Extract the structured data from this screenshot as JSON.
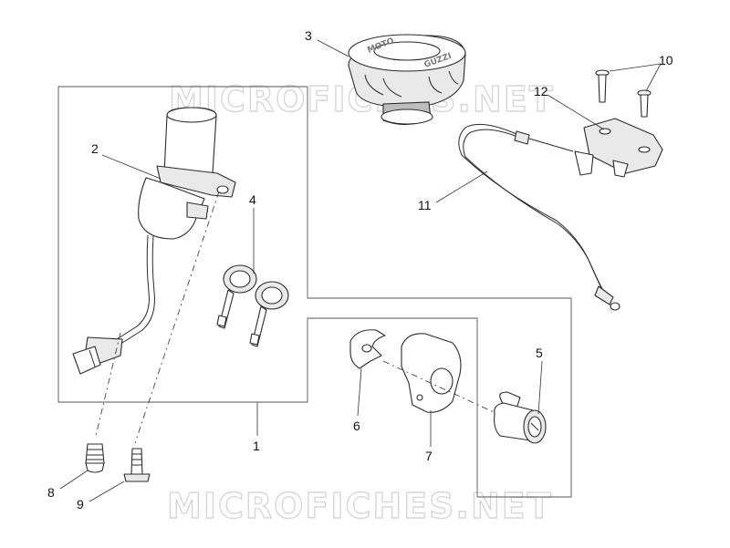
{
  "watermark": {
    "top_text": "MICROFICHES.NET",
    "bottom_text": "MICROFICHES.NET"
  },
  "cap_logo": {
    "text_left": "MOTO",
    "text_right": "GUZZI"
  },
  "callouts": {
    "c1": "1",
    "c2": "2",
    "c3": "3",
    "c4": "4",
    "c5": "5",
    "c6": "6",
    "c7": "7",
    "c8": "8",
    "c9": "9",
    "c10": "10",
    "c11": "11",
    "c12": "12"
  },
  "colors": {
    "line": "#2b2b2b",
    "watermark": "#d7d7d7",
    "background": "#ffffff"
  }
}
